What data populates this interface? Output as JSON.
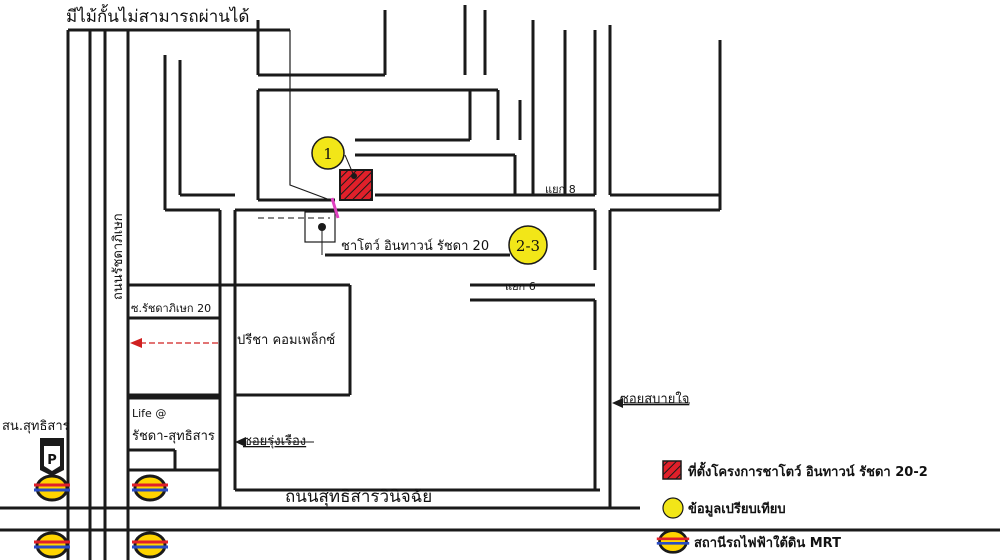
{
  "map": {
    "note_top": "มีไม้กั้นไม่สามารถผ่านได้",
    "roads": {
      "ratchadaphisek": "ถนนรัชดาภิเษก",
      "sutthisan": "ถนนสุทธิสารวินิจฉัย",
      "soi_ratchada_20": "ซ.รัชดาภิเษก 20",
      "yaek_8": "แยก 8",
      "yaek_6": "แยก 6",
      "soi_sabai_jai": "ซอยสบายใจ",
      "soi_rung_ruang": "ซอยรุ่งเรือง"
    },
    "places": {
      "chateau_label": "ชาโตว์ อินทาวน์ รัชดา 20",
      "preecha_complex": "ปรีชา คอมเพล็กซ์",
      "life_line1": "Life @",
      "life_line2": "รัชดา-สุทธิสาร",
      "sutthisan_station": "สน.สุทธิสาร",
      "parking_letter": "P"
    },
    "markers": {
      "marker_1": "1",
      "marker_2_3": "2-3"
    },
    "colors": {
      "project_red": "#e0202a",
      "comparison_yellow": "#f2e618",
      "mrt_ring": "#1a1a1a",
      "mrt_red": "#e0202a",
      "mrt_blue": "#2a4cc4",
      "route_magenta": "#e040c0",
      "arrow_red": "#d02020"
    }
  },
  "legend": {
    "items": [
      {
        "icon": "project-location-square-icon",
        "label": "ที่ตั้งโครงการชาโตว์ อินทาวน์ รัชดา 20-2"
      },
      {
        "icon": "comparison-circle-icon",
        "label": "ข้อมูลเปรียบเทียบ"
      },
      {
        "icon": "mrt-station-icon",
        "label": "สถานีรถไฟฟ้าใต้ดิน MRT"
      }
    ]
  }
}
